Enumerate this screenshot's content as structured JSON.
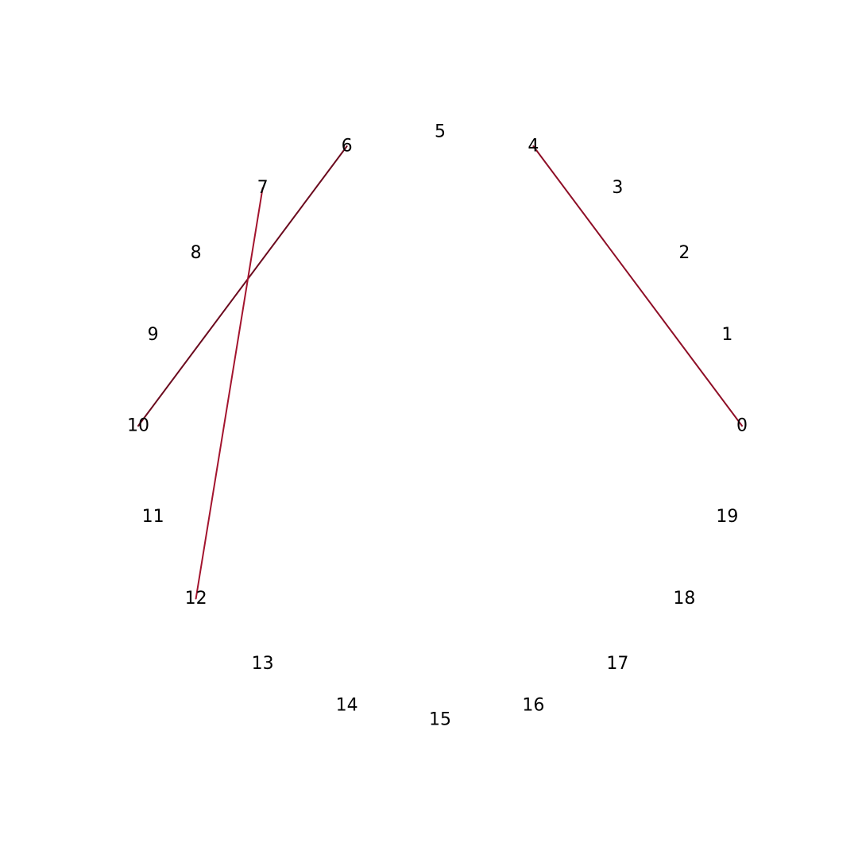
{
  "nodes": [
    {
      "id": "0",
      "label": "0"
    },
    {
      "id": "1",
      "label": "1"
    },
    {
      "id": "2",
      "label": "2"
    },
    {
      "id": "3",
      "label": "3"
    },
    {
      "id": "4",
      "label": "4"
    },
    {
      "id": "5",
      "label": "5"
    },
    {
      "id": "6",
      "label": "6"
    },
    {
      "id": "7",
      "label": "7"
    },
    {
      "id": "8",
      "label": "8"
    },
    {
      "id": "9",
      "label": "9"
    },
    {
      "id": "10",
      "label": "10"
    },
    {
      "id": "11",
      "label": "11"
    },
    {
      "id": "12",
      "label": "12"
    },
    {
      "id": "13",
      "label": "13"
    },
    {
      "id": "14",
      "label": "14"
    },
    {
      "id": "15",
      "label": "15"
    },
    {
      "id": "16",
      "label": "16"
    },
    {
      "id": "17",
      "label": "17"
    },
    {
      "id": "18",
      "label": "18"
    },
    {
      "id": "19",
      "label": "19"
    }
  ],
  "edges": [
    {
      "source": "0",
      "target": "4",
      "color": "#8e0e26"
    },
    {
      "source": "6",
      "target": "10",
      "color": "#6b0a1e"
    },
    {
      "source": "7",
      "target": "12",
      "color": "#a3142e"
    }
  ]
}
